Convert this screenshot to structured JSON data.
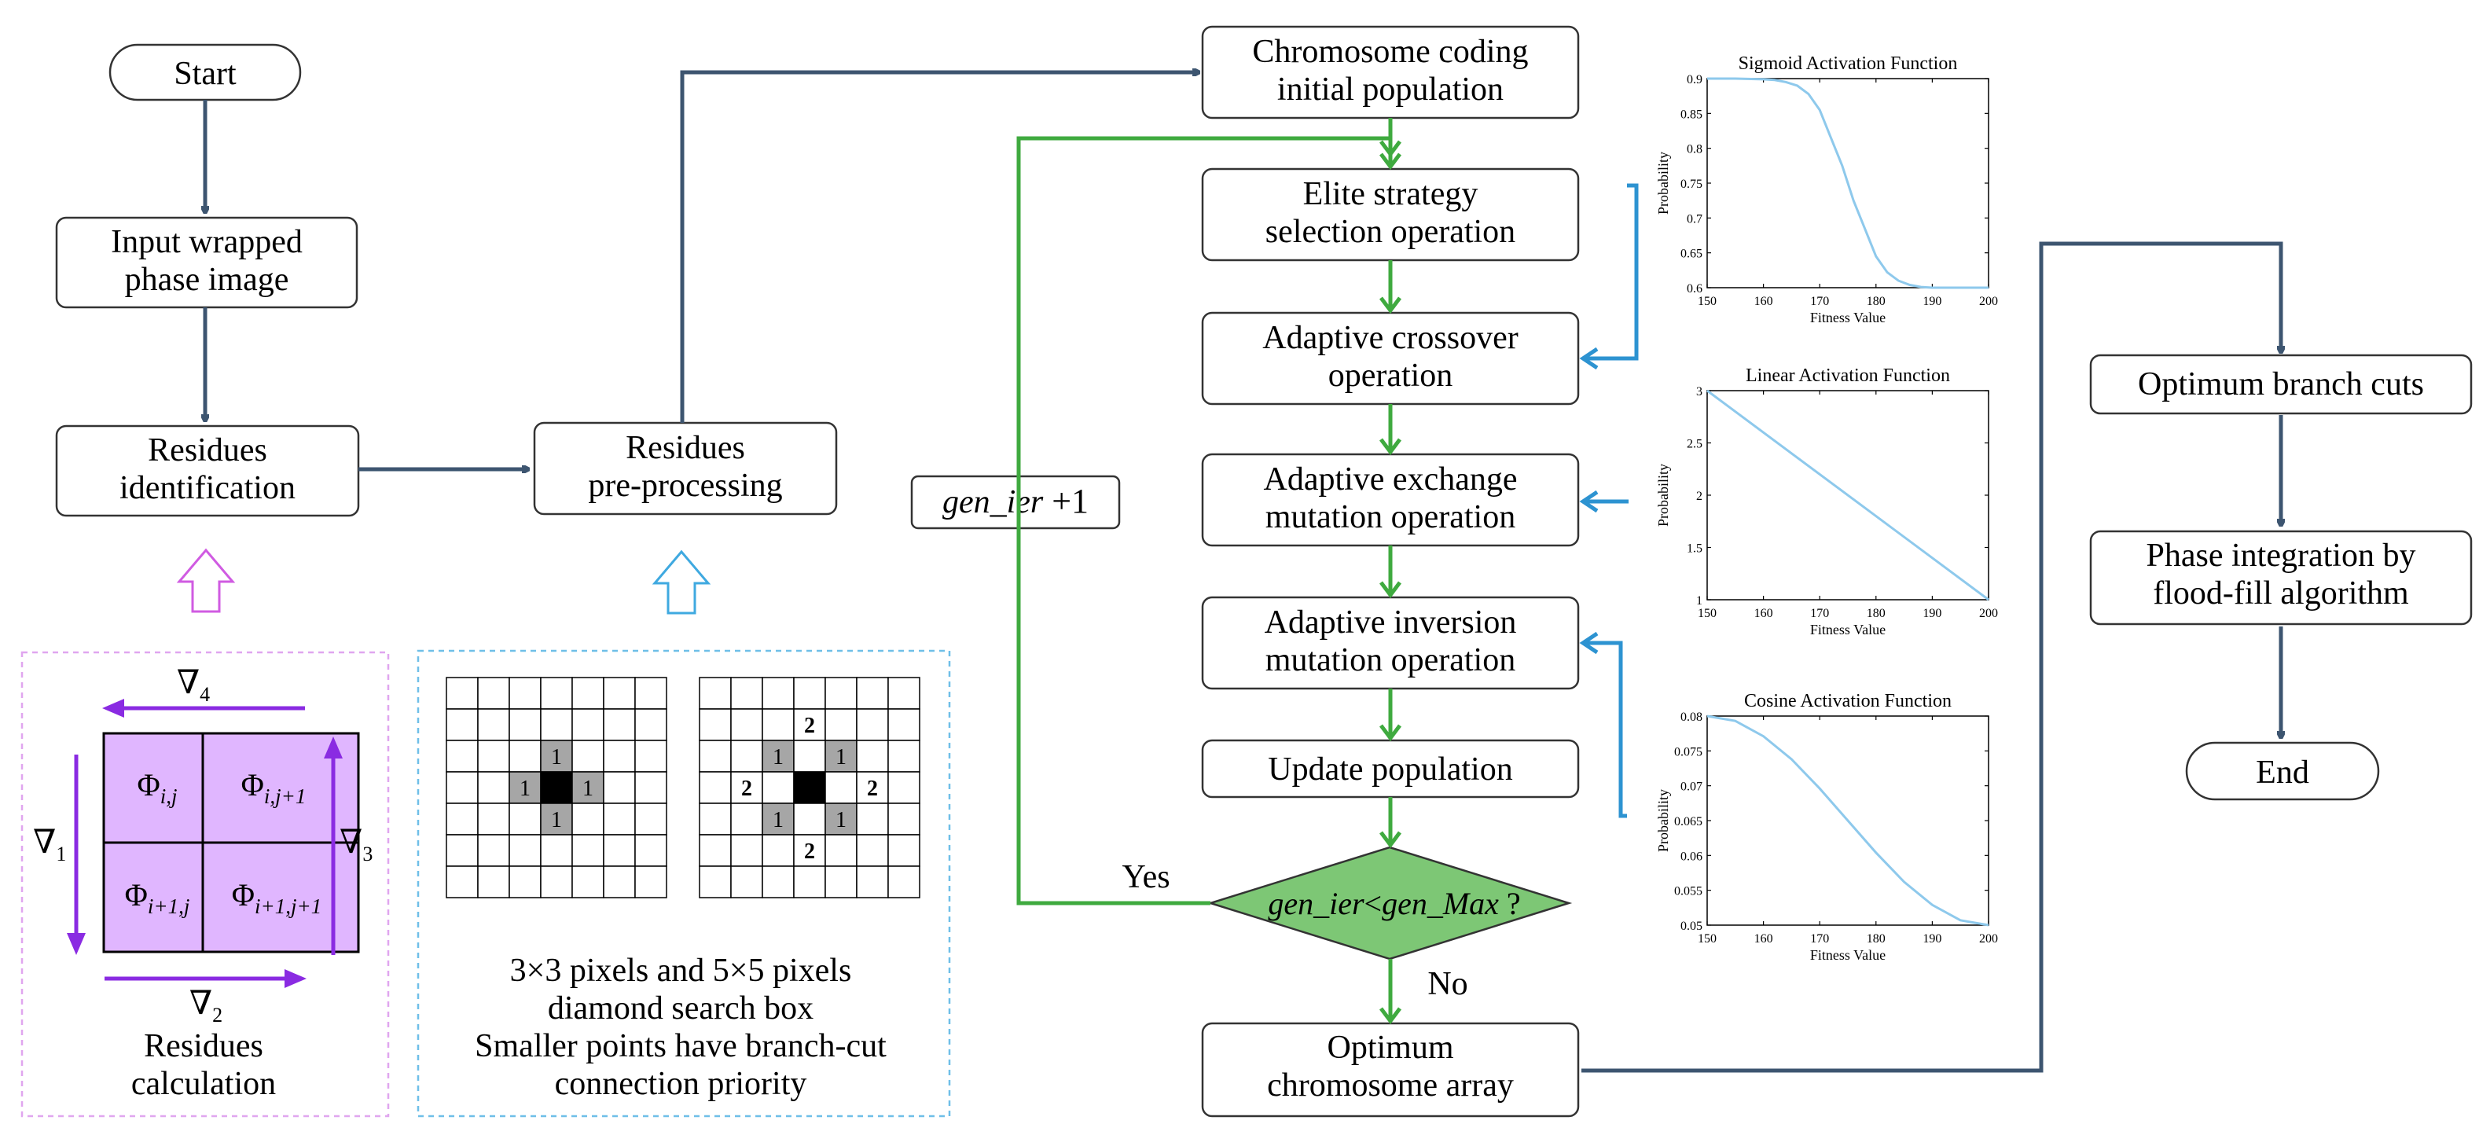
{
  "colors": {
    "arrow_dark": "#3d5570",
    "arrow_green": "#3faa3f",
    "arrow_blue": "#2d93d1",
    "box_stroke": "#333333",
    "decision_fill": "#7dc775",
    "residue_fill": "#e0b6ff",
    "residue_arrow": "#8a2be2",
    "up_arrow_pink": "#d05be2",
    "up_arrow_blue": "#3fa9e0",
    "curve": "#8ec9ec",
    "gray_cell": "#a6a6a6"
  },
  "flow": {
    "start": "Start",
    "input_image": [
      "Input wrapped",
      "phase image"
    ],
    "residues_identification": [
      "Residues",
      "identification"
    ],
    "residues_preprocessing": [
      "Residues",
      "pre-processing"
    ],
    "chromosome_coding": [
      "Chromosome coding",
      "initial population"
    ],
    "elite_selection": [
      "Elite strategy",
      "selection operation"
    ],
    "adaptive_crossover": [
      "Adaptive crossover",
      "operation"
    ],
    "adaptive_exchange": [
      "Adaptive exchange",
      "mutation operation"
    ],
    "adaptive_inversion": [
      "Adaptive inversion",
      "mutation operation"
    ],
    "update_population": "Update population",
    "decision": {
      "lhs": "gen_ier",
      "op": "<",
      "rhs": "gen_Max",
      "q": " ?"
    },
    "yes": "Yes",
    "no": "No",
    "loop_label": {
      "var": "gen_ier",
      "inc": " +1"
    },
    "optimum_array": [
      "Optimum",
      "chromosome array"
    ],
    "optimum_branch_cuts": "Optimum branch cuts",
    "phase_integration": [
      "Phase integration by",
      "flood-fill algorithm"
    ],
    "end": "End"
  },
  "residues_panel": {
    "grad_top": {
      "sym": "∇",
      "sub": "4"
    },
    "grad_bottom": {
      "sym": "∇",
      "sub": "2"
    },
    "grad_left": {
      "sym": "∇",
      "sub": "1"
    },
    "grad_right": {
      "sym": "∇",
      "sub": "3"
    },
    "cells": [
      {
        "sym": "Φ",
        "sub": "i,j"
      },
      {
        "sym": "Φ",
        "sub": "i,j+1"
      },
      {
        "sym": "Φ",
        "sub": "i+1,j"
      },
      {
        "sym": "Φ",
        "sub": "i+1,j+1"
      }
    ],
    "caption": [
      "Residues",
      "calculation"
    ]
  },
  "search_panel": {
    "grid1_labels": [
      "1",
      "1",
      "1",
      "1"
    ],
    "grid2_inner": [
      "1",
      "1",
      "1",
      "1"
    ],
    "grid2_outer": [
      "2",
      "2",
      "2",
      "2"
    ],
    "caption": [
      "3×3 pixels and 5×5 pixels",
      "diamond search box",
      "Smaller points have branch-cut",
      "connection priority"
    ]
  },
  "chart_data": [
    {
      "type": "line",
      "title": "Sigmoid Activation Function",
      "xlabel": "Fitness Value",
      "ylabel": "Probability",
      "xlim": [
        150,
        200
      ],
      "ylim": [
        0.6,
        0.9
      ],
      "xticks": [
        "150",
        "160",
        "170",
        "180",
        "190",
        "200"
      ],
      "yticks": [
        "0.6",
        "0.65",
        "0.7",
        "0.75",
        "0.8",
        "0.85",
        "0.9"
      ],
      "x": [
        150,
        155,
        160,
        162,
        164,
        166,
        168,
        170,
        172,
        174,
        175,
        176,
        178,
        180,
        182,
        184,
        186,
        188,
        190,
        195,
        200
      ],
      "y": [
        0.9,
        0.9,
        0.899,
        0.898,
        0.895,
        0.89,
        0.878,
        0.855,
        0.815,
        0.775,
        0.75,
        0.725,
        0.685,
        0.645,
        0.622,
        0.61,
        0.604,
        0.601,
        0.6,
        0.6,
        0.6
      ]
    },
    {
      "type": "line",
      "title": "Linear Activation Function",
      "xlabel": "Fitness Value",
      "ylabel": "Probability",
      "xlim": [
        150,
        200
      ],
      "ylim": [
        1,
        3
      ],
      "xticks": [
        "150",
        "160",
        "170",
        "180",
        "190",
        "200"
      ],
      "yticks": [
        "1",
        "1.5",
        "2",
        "2.5",
        "3"
      ],
      "x": [
        150,
        200
      ],
      "y": [
        3,
        1
      ]
    },
    {
      "type": "line",
      "title": "Cosine Activation Function",
      "xlabel": "Fitness Value",
      "ylabel": "Probability",
      "xlim": [
        150,
        200
      ],
      "ylim": [
        0.05,
        0.08
      ],
      "xticks": [
        "150",
        "160",
        "170",
        "180",
        "190",
        "200"
      ],
      "yticks": [
        "0.05",
        "0.055",
        "0.06",
        "0.065",
        "0.07",
        "0.075",
        "0.08"
      ],
      "x": [
        150,
        155,
        160,
        165,
        170,
        175,
        180,
        185,
        190,
        195,
        200
      ],
      "y": [
        0.08,
        0.0793,
        0.0771,
        0.0738,
        0.0696,
        0.065,
        0.0604,
        0.0562,
        0.0529,
        0.0507,
        0.05
      ]
    }
  ]
}
